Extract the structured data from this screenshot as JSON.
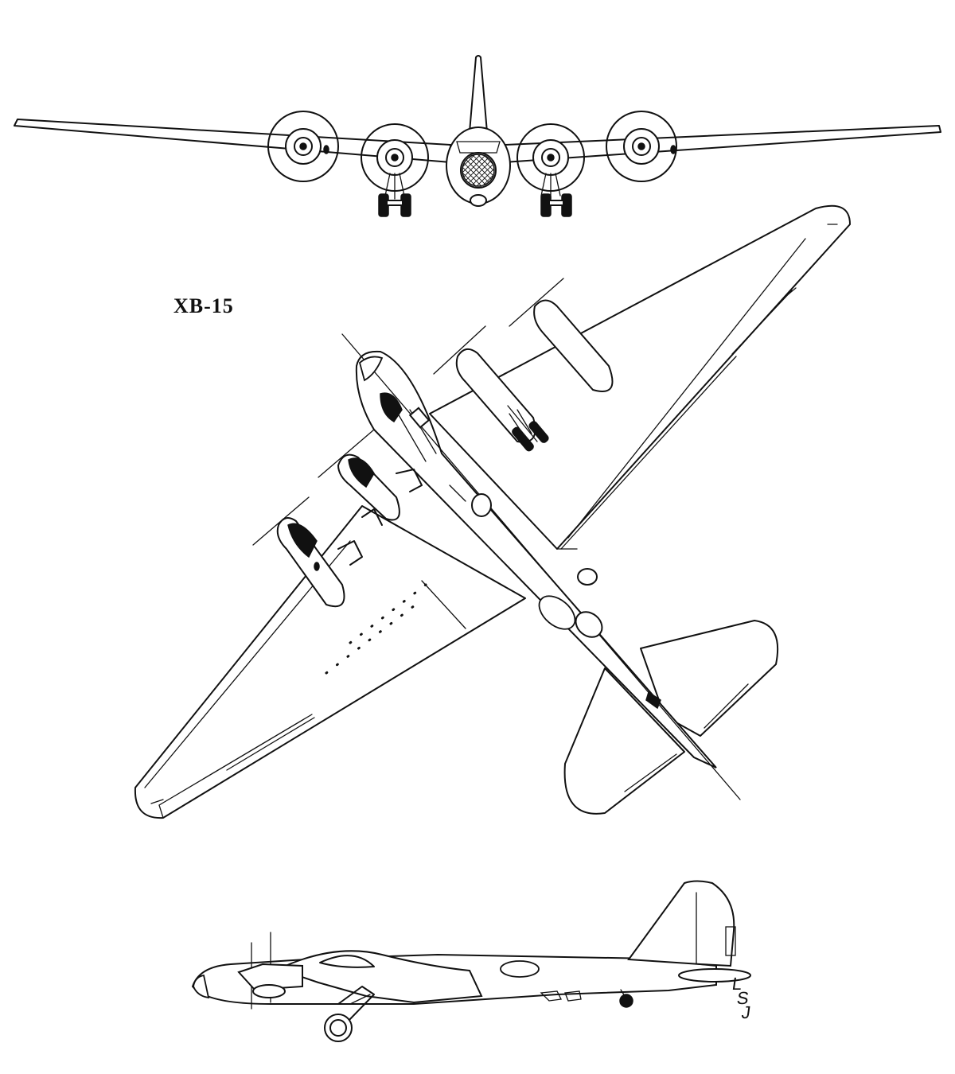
{
  "drawing": {
    "model_label": "XB-15",
    "artist_initials": [
      "L",
      "S",
      "J"
    ]
  },
  "views": [
    "front-view",
    "plan-view",
    "side-view"
  ],
  "colors": {
    "ink": "#111111",
    "paper": "#ffffff"
  }
}
